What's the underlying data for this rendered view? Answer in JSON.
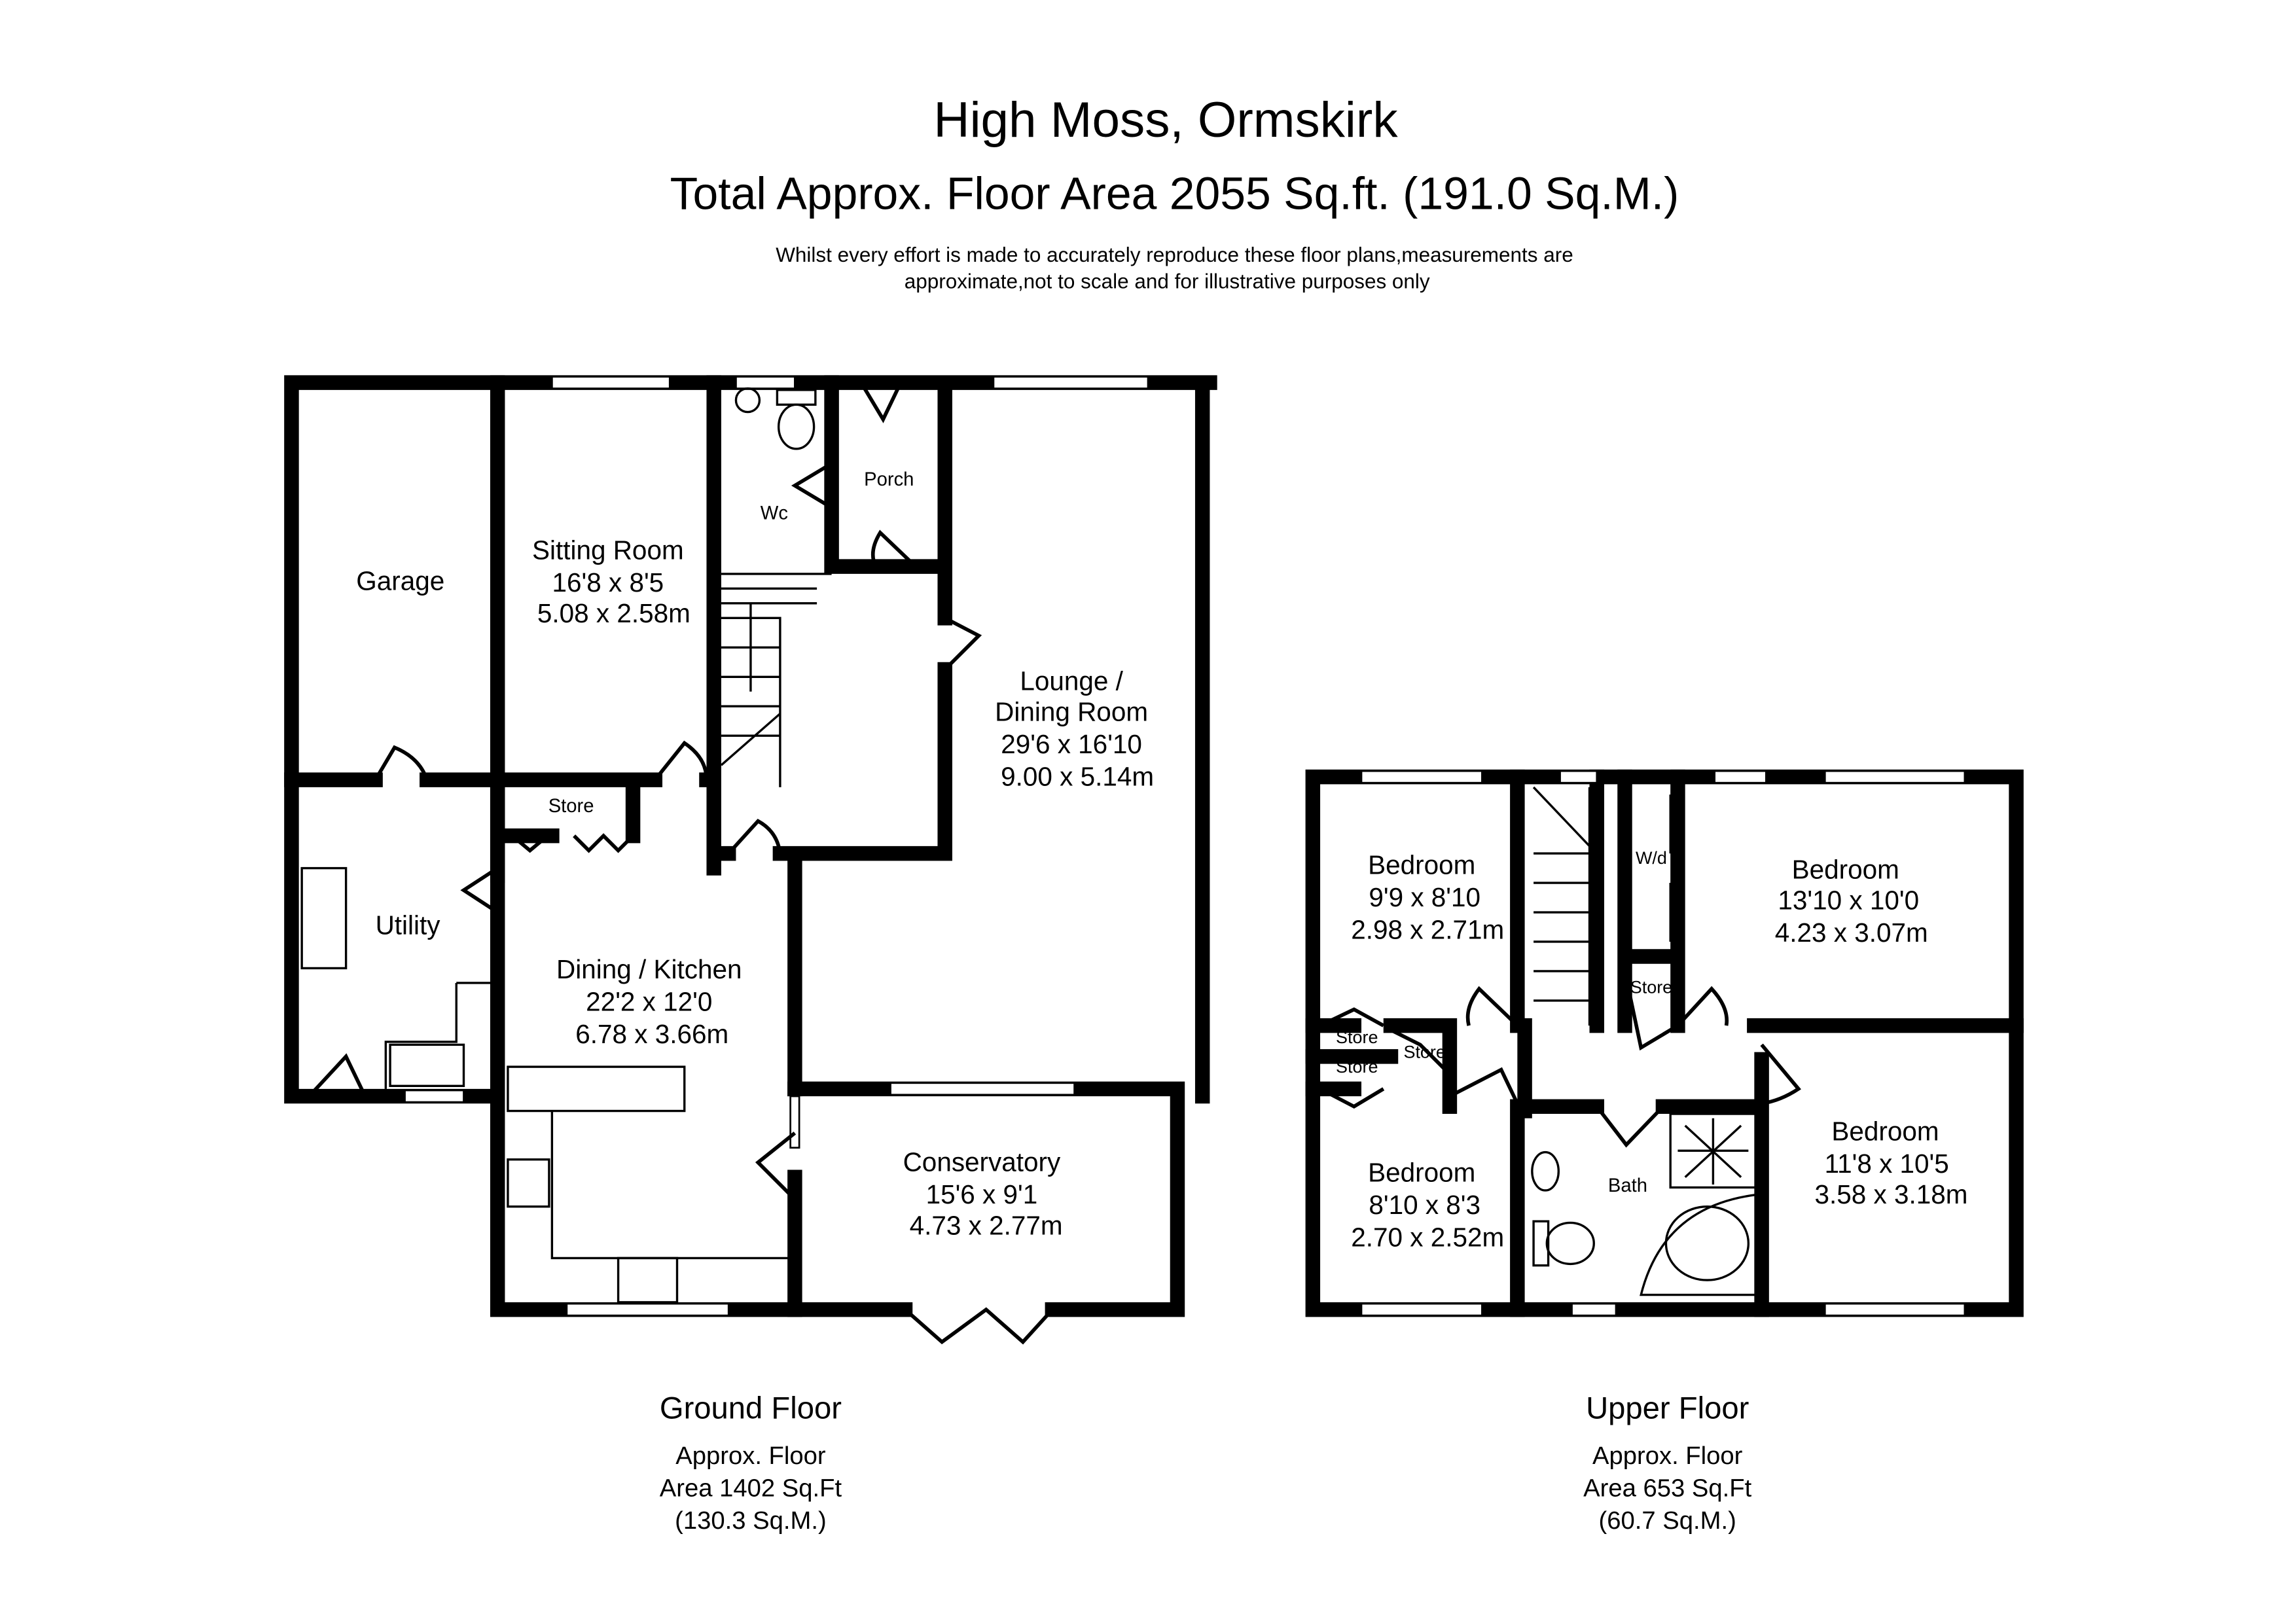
{
  "header": {
    "title": "High Moss, Ormskirk",
    "subtitle": "Total Approx. Floor Area 2055 Sq.ft. (191.0 Sq.M.)",
    "disclaimer_line1": "Whilst every effort is made to accurately reproduce these floor plans,measurements are",
    "disclaimer_line2": "approximate,not to scale and for illustrative purposes only"
  },
  "ground_floor": {
    "name": "Ground Floor",
    "area_line1": "Approx. Floor",
    "area_line2": "Area 1402 Sq.Ft",
    "area_line3": "(130.3 Sq.M.)",
    "rooms": {
      "garage": {
        "name": "Garage"
      },
      "sitting": {
        "name": "Sitting Room",
        "imperial": "16'8 x 8'5",
        "metric": "5.08 x 2.58m"
      },
      "wc": {
        "name": "Wc"
      },
      "porch": {
        "name": "Porch"
      },
      "lounge": {
        "name1": "Lounge /",
        "name2": "Dining Room",
        "imperial": "29'6 x 16'10",
        "metric": "9.00 x 5.14m"
      },
      "store": {
        "name": "Store"
      },
      "utility": {
        "name": "Utility"
      },
      "kitchen": {
        "name": "Dining / Kitchen",
        "imperial": "22'2 x 12'0",
        "metric": "6.78 x 3.66m"
      },
      "conservatory": {
        "name": "Conservatory",
        "imperial": "15'6 x 9'1",
        "metric": "4.73 x 2.77m"
      }
    }
  },
  "upper_floor": {
    "name": "Upper Floor",
    "area_line1": "Approx. Floor",
    "area_line2": "Area 653 Sq.Ft",
    "area_line3": "(60.7 Sq.M.)",
    "rooms": {
      "bed1": {
        "name": "Bedroom",
        "imperial": "9'9 x 8'10",
        "metric": "2.98 x 2.71m"
      },
      "bed2": {
        "name": "Bedroom",
        "imperial": "13'10 x 10'0",
        "metric": "4.23 x 3.07m"
      },
      "bed3": {
        "name": "Bedroom",
        "imperial": "8'10 x 8'3",
        "metric": "2.70 x 2.52m"
      },
      "bed4": {
        "name": "Bedroom",
        "imperial": "11'8 x 10'5",
        "metric": "3.58 x 3.18m"
      },
      "wd": {
        "name": "W/d"
      },
      "store_a": {
        "name": "Store"
      },
      "store_b": {
        "name": "Store"
      },
      "store_c": {
        "name": "Store"
      },
      "store_d": {
        "name": "Store"
      },
      "bath": {
        "name": "Bath"
      }
    }
  }
}
